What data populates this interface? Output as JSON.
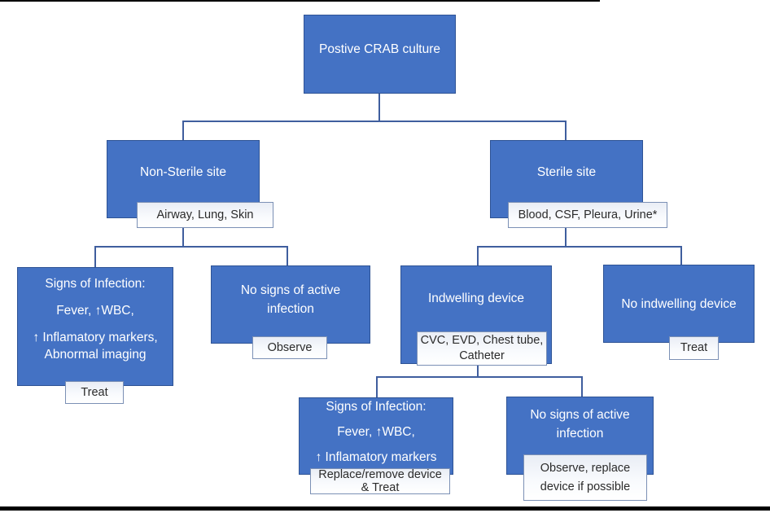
{
  "diagram": {
    "type": "flowchart",
    "colors": {
      "node_fill": "#4472C4",
      "node_border": "#2E5395",
      "connector": "#3F5E9E",
      "tag_border": "#7B90B5"
    },
    "nodes": {
      "root": {
        "label": "Postive CRAB culture"
      },
      "non_sterile": {
        "label": "Non-Sterile site",
        "examples": "Airway, Lung, Skin"
      },
      "sterile": {
        "label": "Sterile site",
        "examples": "Blood, CSF, Pleura, Urine*"
      },
      "ns_signs": {
        "lines": [
          "Signs of Infection:",
          "Fever, ↑WBC,",
          "↑ Inflamatory markers,",
          "Abnormal imaging"
        ],
        "action": "Treat"
      },
      "ns_no_signs": {
        "lines": [
          "No signs of active",
          "infection"
        ],
        "action": "Observe"
      },
      "device": {
        "label": "Indwelling device",
        "examples_lines": [
          "CVC, EVD, Chest tube,",
          "Catheter"
        ]
      },
      "no_device": {
        "label": "No indwelling device",
        "action": "Treat"
      },
      "dev_signs": {
        "lines": [
          "Signs of Infection:",
          "Fever, ↑WBC,",
          "↑ Inflamatory markers"
        ],
        "action_lines": [
          "Replace/remove device",
          "& Treat"
        ]
      },
      "dev_no_signs": {
        "lines": [
          "No signs of active",
          "infection"
        ],
        "action_lines": [
          "Observe, replace",
          "device if possible"
        ]
      }
    }
  }
}
